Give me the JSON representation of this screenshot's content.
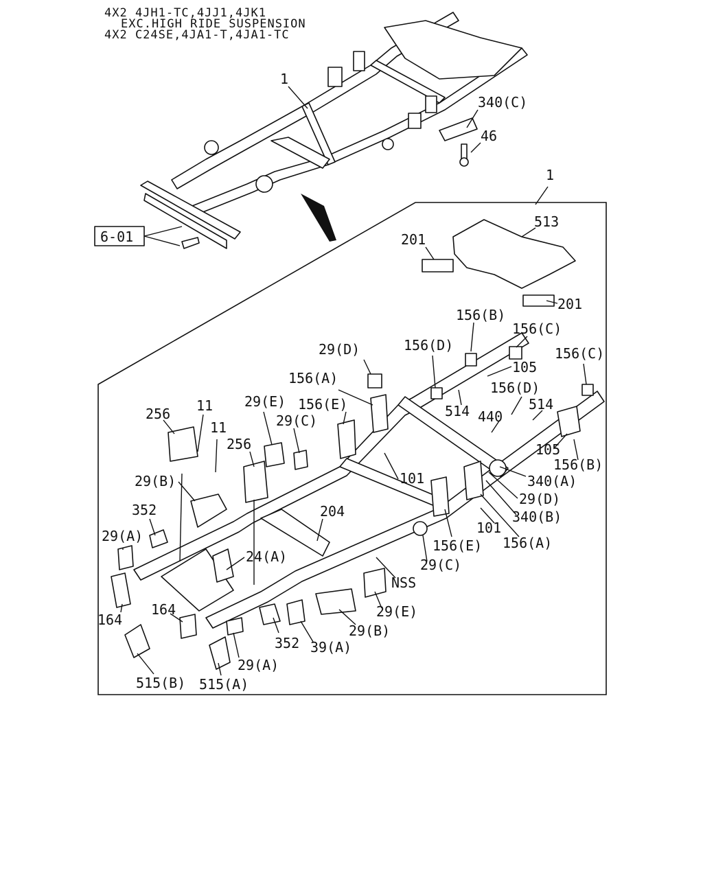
{
  "header": {
    "line1": "4X2 4JH1-TC,4JJ1,4JK1",
    "line2": "EXC.HIGH RIDE SUSPENSION",
    "line3": "4X2 C24SE,4JA1-T,4JA1-TC"
  },
  "ref_box": "6-01",
  "callouts": [
    "1",
    "340(C)",
    "46",
    "1",
    "513",
    "201",
    "201",
    "156(B)",
    "156(C)",
    "156(D)",
    "105",
    "156(C)",
    "29(D)",
    "156(A)",
    "156(E)",
    "156(D)",
    "514",
    "440",
    "514",
    "11",
    "11",
    "256",
    "256",
    "29(E)",
    "29(C)",
    "105",
    "156(B)",
    "101",
    "340(A)",
    "29(D)",
    "29(B)",
    "352",
    "204",
    "340(B)",
    "101",
    "156(E)",
    "156(A)",
    "29(A)",
    "24(A)",
    "29(C)",
    "NSS",
    "29(E)",
    "164",
    "164",
    "29(B)",
    "352",
    "39(A)",
    "29(A)",
    "515(B)",
    "515(A)"
  ]
}
